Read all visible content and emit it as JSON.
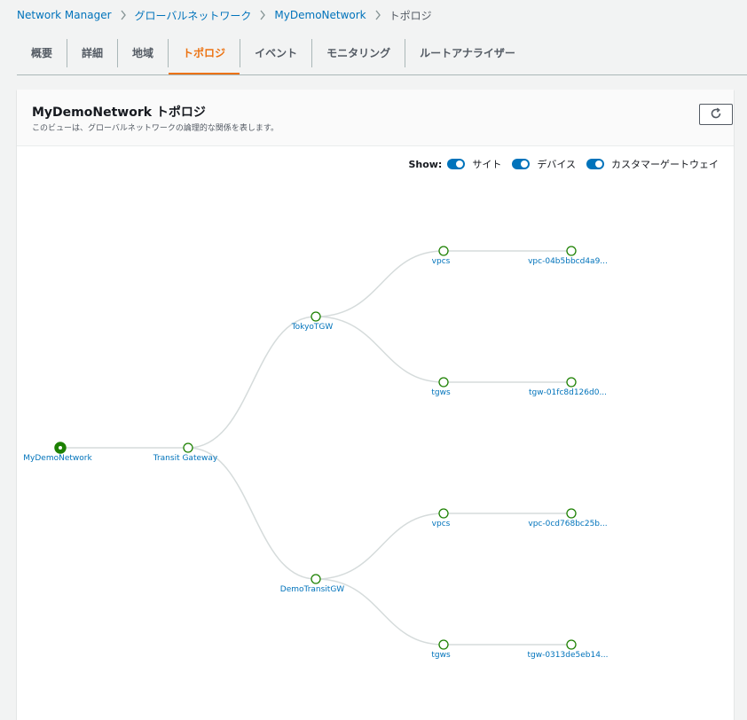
{
  "breadcrumb": [
    {
      "label": "Network Manager",
      "link": true
    },
    {
      "label": "グローバルネットワーク",
      "link": true
    },
    {
      "label": "MyDemoNetwork",
      "link": true
    },
    {
      "label": "トポロジ",
      "link": false
    }
  ],
  "tabs": [
    {
      "label": "概要",
      "active": false
    },
    {
      "label": "詳細",
      "active": false
    },
    {
      "label": "地域",
      "active": false
    },
    {
      "label": "トポロジ",
      "active": true
    },
    {
      "label": "イベント",
      "active": false
    },
    {
      "label": "モニタリング",
      "active": false
    },
    {
      "label": "ルートアナライザー",
      "active": false
    }
  ],
  "panel": {
    "title": "MyDemoNetwork トポロジ",
    "description": "このビューは、グローバルネットワークの論理的な関係を表します。"
  },
  "show": {
    "label": "Show:",
    "toggles": [
      {
        "label": "サイト",
        "on": true
      },
      {
        "label": "デバイス",
        "on": true
      },
      {
        "label": "カスタマーゲートウェイ",
        "on": true
      }
    ]
  },
  "topology": {
    "nodes": {
      "root": "MyDemoNetwork",
      "transit": "Transit Gateway",
      "tokyo": "TokyoTGW",
      "demo": "DemoTransitGW",
      "tokyo_vpcs": "vpcs",
      "tokyo_tgws": "tgws",
      "demo_vpcs": "vpcs",
      "demo_tgws": "tgws",
      "vpc1": "vpc-04b5bbcd4a9...",
      "tgw1": "tgw-01fc8d126d0...",
      "vpc2": "vpc-0cd768bc25b...",
      "tgw2": "tgw-0313de5eb14..."
    }
  },
  "colors": {
    "link": "#0073bb",
    "active_tab": "#ec7211",
    "root_node": "#1d8102",
    "edge": "#d5dbdb"
  }
}
